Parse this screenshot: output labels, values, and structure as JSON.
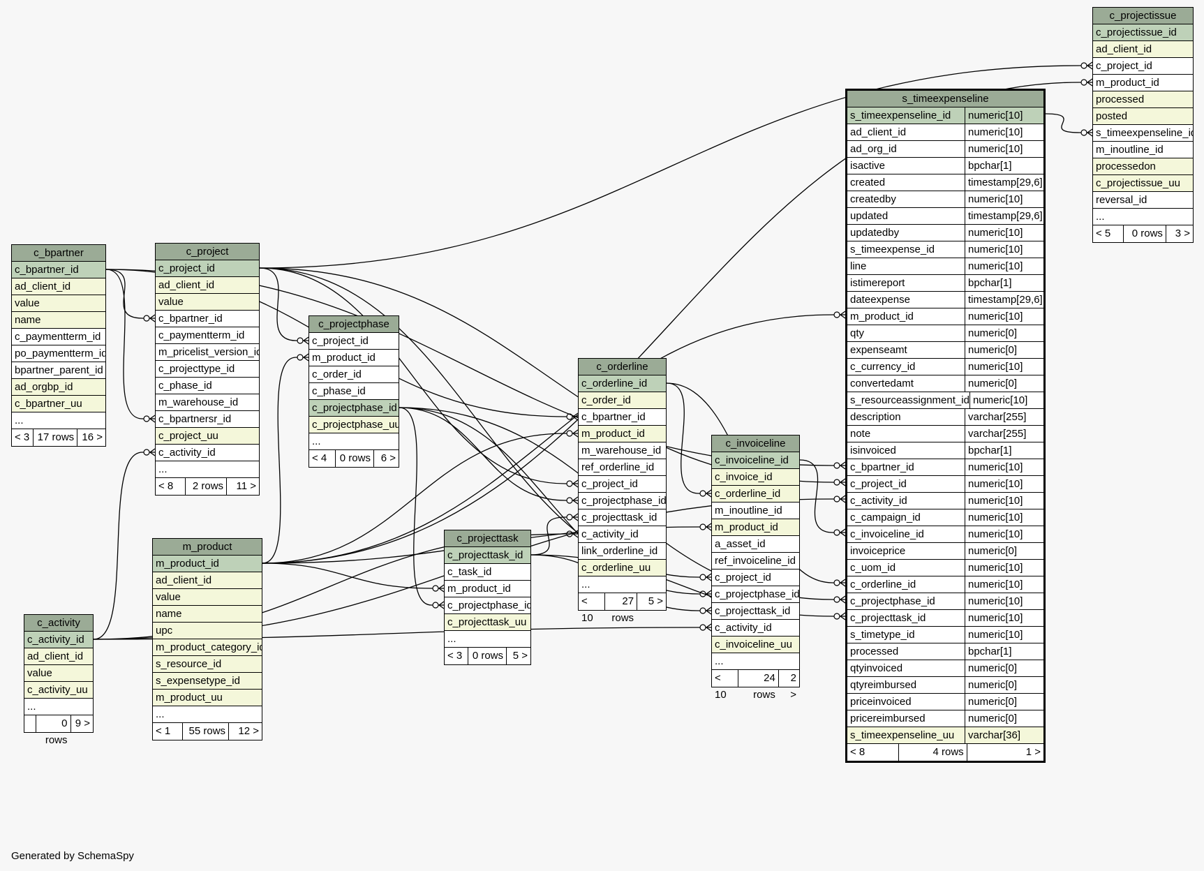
{
  "credit": "Generated by SchemaSpy",
  "tables": [
    {
      "id": "c_bpartner",
      "name": "c_bpartner",
      "columns": [
        {
          "n": "c_bpartner_id",
          "k": "pk"
        },
        {
          "n": "ad_client_id",
          "k": "idx"
        },
        {
          "n": "value",
          "k": "idx"
        },
        {
          "n": "name",
          "k": "idx"
        },
        {
          "n": "c_paymentterm_id",
          "k": "plain"
        },
        {
          "n": "po_paymentterm_id",
          "k": "plain"
        },
        {
          "n": "bpartner_parent_id",
          "k": "plain"
        },
        {
          "n": "ad_orgbp_id",
          "k": "idx"
        },
        {
          "n": "c_bpartner_uu",
          "k": "idx"
        },
        {
          "n": "...",
          "k": "plain"
        }
      ],
      "footer": [
        "< 3",
        "17 rows",
        "16 >"
      ]
    },
    {
      "id": "c_project",
      "name": "c_project",
      "columns": [
        {
          "n": "c_project_id",
          "k": "pk"
        },
        {
          "n": "ad_client_id",
          "k": "idx"
        },
        {
          "n": "value",
          "k": "idx"
        },
        {
          "n": "c_bpartner_id",
          "k": "plain"
        },
        {
          "n": "c_paymentterm_id",
          "k": "plain"
        },
        {
          "n": "m_pricelist_version_id",
          "k": "plain"
        },
        {
          "n": "c_projecttype_id",
          "k": "plain"
        },
        {
          "n": "c_phase_id",
          "k": "plain"
        },
        {
          "n": "m_warehouse_id",
          "k": "plain"
        },
        {
          "n": "c_bpartnersr_id",
          "k": "plain"
        },
        {
          "n": "c_project_uu",
          "k": "idx"
        },
        {
          "n": "c_activity_id",
          "k": "plain"
        },
        {
          "n": "...",
          "k": "plain"
        }
      ],
      "footer": [
        "< 8",
        "2 rows",
        "11 >"
      ]
    },
    {
      "id": "c_projectphase",
      "name": "c_projectphase",
      "columns": [
        {
          "n": "c_project_id",
          "k": "plain"
        },
        {
          "n": "m_product_id",
          "k": "plain"
        },
        {
          "n": "c_order_id",
          "k": "plain"
        },
        {
          "n": "c_phase_id",
          "k": "plain"
        },
        {
          "n": "c_projectphase_id",
          "k": "pk"
        },
        {
          "n": "c_projectphase_uu",
          "k": "idx"
        },
        {
          "n": "...",
          "k": "plain"
        }
      ],
      "footer": [
        "< 4",
        "0 rows",
        "6 >"
      ]
    },
    {
      "id": "c_activity",
      "name": "c_activity",
      "columns": [
        {
          "n": "c_activity_id",
          "k": "pk"
        },
        {
          "n": "ad_client_id",
          "k": "idx"
        },
        {
          "n": "value",
          "k": "idx"
        },
        {
          "n": "c_activity_uu",
          "k": "idx"
        },
        {
          "n": "...",
          "k": "plain"
        }
      ],
      "footer": [
        "",
        "0 rows",
        "9 >"
      ]
    },
    {
      "id": "m_product",
      "name": "m_product",
      "columns": [
        {
          "n": "m_product_id",
          "k": "pk"
        },
        {
          "n": "ad_client_id",
          "k": "idx"
        },
        {
          "n": "value",
          "k": "idx"
        },
        {
          "n": "name",
          "k": "idx"
        },
        {
          "n": "upc",
          "k": "idx"
        },
        {
          "n": "m_product_category_id",
          "k": "idx"
        },
        {
          "n": "s_resource_id",
          "k": "idx"
        },
        {
          "n": "s_expensetype_id",
          "k": "idx"
        },
        {
          "n": "m_product_uu",
          "k": "idx"
        },
        {
          "n": "...",
          "k": "plain"
        }
      ],
      "footer": [
        "< 1",
        "55 rows",
        "12 >"
      ]
    },
    {
      "id": "c_projecttask",
      "name": "c_projecttask",
      "columns": [
        {
          "n": "c_projecttask_id",
          "k": "pk"
        },
        {
          "n": "c_task_id",
          "k": "plain"
        },
        {
          "n": "m_product_id",
          "k": "plain"
        },
        {
          "n": "c_projectphase_id",
          "k": "plain"
        },
        {
          "n": "c_projecttask_uu",
          "k": "idx"
        },
        {
          "n": "...",
          "k": "plain"
        }
      ],
      "footer": [
        "< 3",
        "0 rows",
        "5 >"
      ]
    },
    {
      "id": "c_orderline",
      "name": "c_orderline",
      "columns": [
        {
          "n": "c_orderline_id",
          "k": "pk"
        },
        {
          "n": "c_order_id",
          "k": "idx"
        },
        {
          "n": "c_bpartner_id",
          "k": "plain"
        },
        {
          "n": "m_product_id",
          "k": "idx"
        },
        {
          "n": "m_warehouse_id",
          "k": "plain"
        },
        {
          "n": "ref_orderline_id",
          "k": "plain"
        },
        {
          "n": "c_project_id",
          "k": "plain"
        },
        {
          "n": "c_projectphase_id",
          "k": "plain"
        },
        {
          "n": "c_projecttask_id",
          "k": "plain"
        },
        {
          "n": "c_activity_id",
          "k": "plain"
        },
        {
          "n": "link_orderline_id",
          "k": "plain"
        },
        {
          "n": "c_orderline_uu",
          "k": "idx"
        },
        {
          "n": "...",
          "k": "plain"
        }
      ],
      "footer": [
        "< 10",
        "27 rows",
        "5 >"
      ]
    },
    {
      "id": "c_invoiceline",
      "name": "c_invoiceline",
      "columns": [
        {
          "n": "c_invoiceline_id",
          "k": "pk"
        },
        {
          "n": "c_invoice_id",
          "k": "idx"
        },
        {
          "n": "c_orderline_id",
          "k": "idx"
        },
        {
          "n": "m_inoutline_id",
          "k": "plain"
        },
        {
          "n": "m_product_id",
          "k": "idx"
        },
        {
          "n": "a_asset_id",
          "k": "plain"
        },
        {
          "n": "ref_invoiceline_id",
          "k": "plain"
        },
        {
          "n": "c_project_id",
          "k": "plain"
        },
        {
          "n": "c_projectphase_id",
          "k": "plain"
        },
        {
          "n": "c_projecttask_id",
          "k": "plain"
        },
        {
          "n": "c_activity_id",
          "k": "plain"
        },
        {
          "n": "c_invoiceline_uu",
          "k": "idx"
        },
        {
          "n": "...",
          "k": "plain"
        }
      ],
      "footer": [
        "< 10",
        "24 rows",
        "2 >"
      ]
    },
    {
      "id": "s_timeexpenseline",
      "name": "s_timeexpenseline",
      "focus": true,
      "columns": [
        {
          "n": "s_timeexpenseline_id",
          "t": "numeric[10]",
          "k": "pk"
        },
        {
          "n": "ad_client_id",
          "t": "numeric[10]",
          "k": "plain"
        },
        {
          "n": "ad_org_id",
          "t": "numeric[10]",
          "k": "plain"
        },
        {
          "n": "isactive",
          "t": "bpchar[1]",
          "k": "plain"
        },
        {
          "n": "created",
          "t": "timestamp[29,6]",
          "k": "plain"
        },
        {
          "n": "createdby",
          "t": "numeric[10]",
          "k": "plain"
        },
        {
          "n": "updated",
          "t": "timestamp[29,6]",
          "k": "plain"
        },
        {
          "n": "updatedby",
          "t": "numeric[10]",
          "k": "plain"
        },
        {
          "n": "s_timeexpense_id",
          "t": "numeric[10]",
          "k": "plain"
        },
        {
          "n": "line",
          "t": "numeric[10]",
          "k": "plain"
        },
        {
          "n": "istimereport",
          "t": "bpchar[1]",
          "k": "plain"
        },
        {
          "n": "dateexpense",
          "t": "timestamp[29,6]",
          "k": "plain"
        },
        {
          "n": "m_product_id",
          "t": "numeric[10]",
          "k": "plain"
        },
        {
          "n": "qty",
          "t": "numeric[0]",
          "k": "plain"
        },
        {
          "n": "expenseamt",
          "t": "numeric[0]",
          "k": "plain"
        },
        {
          "n": "c_currency_id",
          "t": "numeric[10]",
          "k": "plain"
        },
        {
          "n": "convertedamt",
          "t": "numeric[0]",
          "k": "plain"
        },
        {
          "n": "s_resourceassignment_id",
          "t": "numeric[10]",
          "k": "plain"
        },
        {
          "n": "description",
          "t": "varchar[255]",
          "k": "plain"
        },
        {
          "n": "note",
          "t": "varchar[255]",
          "k": "plain"
        },
        {
          "n": "isinvoiced",
          "t": "bpchar[1]",
          "k": "plain"
        },
        {
          "n": "c_bpartner_id",
          "t": "numeric[10]",
          "k": "plain"
        },
        {
          "n": "c_project_id",
          "t": "numeric[10]",
          "k": "plain"
        },
        {
          "n": "c_activity_id",
          "t": "numeric[10]",
          "k": "plain"
        },
        {
          "n": "c_campaign_id",
          "t": "numeric[10]",
          "k": "plain"
        },
        {
          "n": "c_invoiceline_id",
          "t": "numeric[10]",
          "k": "plain"
        },
        {
          "n": "invoiceprice",
          "t": "numeric[0]",
          "k": "plain"
        },
        {
          "n": "c_uom_id",
          "t": "numeric[10]",
          "k": "plain"
        },
        {
          "n": "c_orderline_id",
          "t": "numeric[10]",
          "k": "plain"
        },
        {
          "n": "c_projectphase_id",
          "t": "numeric[10]",
          "k": "plain"
        },
        {
          "n": "c_projecttask_id",
          "t": "numeric[10]",
          "k": "plain"
        },
        {
          "n": "s_timetype_id",
          "t": "numeric[10]",
          "k": "plain"
        },
        {
          "n": "processed",
          "t": "bpchar[1]",
          "k": "plain"
        },
        {
          "n": "qtyinvoiced",
          "t": "numeric[0]",
          "k": "plain"
        },
        {
          "n": "qtyreimbursed",
          "t": "numeric[0]",
          "k": "plain"
        },
        {
          "n": "priceinvoiced",
          "t": "numeric[0]",
          "k": "plain"
        },
        {
          "n": "pricereimbursed",
          "t": "numeric[0]",
          "k": "plain"
        },
        {
          "n": "s_timeexpenseline_uu",
          "t": "varchar[36]",
          "k": "idx"
        }
      ],
      "footer": [
        "< 8",
        "4 rows",
        "1 >"
      ]
    },
    {
      "id": "c_projectissue",
      "name": "c_projectissue",
      "columns": [
        {
          "n": "c_projectissue_id",
          "k": "pk"
        },
        {
          "n": "ad_client_id",
          "k": "idx"
        },
        {
          "n": "c_project_id",
          "k": "plain"
        },
        {
          "n": "m_product_id",
          "k": "plain"
        },
        {
          "n": "processed",
          "k": "idx"
        },
        {
          "n": "posted",
          "k": "idx"
        },
        {
          "n": "s_timeexpenseline_id",
          "k": "plain"
        },
        {
          "n": "m_inoutline_id",
          "k": "plain"
        },
        {
          "n": "processedon",
          "k": "idx"
        },
        {
          "n": "c_projectissue_uu",
          "k": "idx"
        },
        {
          "n": "reversal_id",
          "k": "plain"
        },
        {
          "n": "...",
          "k": "plain"
        }
      ],
      "footer": [
        "< 5",
        "0 rows",
        "3 >"
      ]
    }
  ],
  "relationships": [
    {
      "from": "c_project",
      "fromCol": "c_bpartner_id",
      "to": "c_bpartner",
      "toCol": "c_bpartner_id"
    },
    {
      "from": "c_project",
      "fromCol": "c_bpartnersr_id",
      "to": "c_bpartner",
      "toCol": "c_bpartner_id"
    },
    {
      "from": "c_project",
      "fromCol": "c_activity_id",
      "to": "c_activity",
      "toCol": "c_activity_id"
    },
    {
      "from": "c_projectphase",
      "fromCol": "c_project_id",
      "to": "c_project",
      "toCol": "c_project_id"
    },
    {
      "from": "c_projectphase",
      "fromCol": "m_product_id",
      "to": "m_product",
      "toCol": "m_product_id"
    },
    {
      "from": "c_projecttask",
      "fromCol": "m_product_id",
      "to": "m_product",
      "toCol": "m_product_id"
    },
    {
      "from": "c_projecttask",
      "fromCol": "c_projectphase_id",
      "to": "c_projectphase",
      "toCol": "c_projectphase_id"
    },
    {
      "from": "c_orderline",
      "fromCol": "c_bpartner_id",
      "to": "c_bpartner",
      "toCol": "c_bpartner_id"
    },
    {
      "from": "c_orderline",
      "fromCol": "m_product_id",
      "to": "m_product",
      "toCol": "m_product_id"
    },
    {
      "from": "c_orderline",
      "fromCol": "c_project_id",
      "to": "c_project",
      "toCol": "c_project_id"
    },
    {
      "from": "c_orderline",
      "fromCol": "c_projectphase_id",
      "to": "c_projectphase",
      "toCol": "c_projectphase_id"
    },
    {
      "from": "c_orderline",
      "fromCol": "c_projecttask_id",
      "to": "c_projecttask",
      "toCol": "c_projecttask_id"
    },
    {
      "from": "c_orderline",
      "fromCol": "c_activity_id",
      "to": "c_activity",
      "toCol": "c_activity_id"
    },
    {
      "from": "c_invoiceline",
      "fromCol": "c_orderline_id",
      "to": "c_orderline",
      "toCol": "c_orderline_id"
    },
    {
      "from": "c_invoiceline",
      "fromCol": "m_product_id",
      "to": "m_product",
      "toCol": "m_product_id"
    },
    {
      "from": "c_invoiceline",
      "fromCol": "c_project_id",
      "to": "c_project",
      "toCol": "c_project_id"
    },
    {
      "from": "c_invoiceline",
      "fromCol": "c_projectphase_id",
      "to": "c_projectphase",
      "toCol": "c_projectphase_id"
    },
    {
      "from": "c_invoiceline",
      "fromCol": "c_projecttask_id",
      "to": "c_projecttask",
      "toCol": "c_projecttask_id"
    },
    {
      "from": "c_invoiceline",
      "fromCol": "c_activity_id",
      "to": "c_activity",
      "toCol": "c_activity_id"
    },
    {
      "from": "s_timeexpenseline",
      "fromCol": "m_product_id",
      "to": "m_product",
      "toCol": "m_product_id"
    },
    {
      "from": "s_timeexpenseline",
      "fromCol": "c_bpartner_id",
      "to": "c_bpartner",
      "toCol": "c_bpartner_id"
    },
    {
      "from": "s_timeexpenseline",
      "fromCol": "c_project_id",
      "to": "c_project",
      "toCol": "c_project_id"
    },
    {
      "from": "s_timeexpenseline",
      "fromCol": "c_activity_id",
      "to": "c_activity",
      "toCol": "c_activity_id"
    },
    {
      "from": "s_timeexpenseline",
      "fromCol": "c_invoiceline_id",
      "to": "c_invoiceline",
      "toCol": "c_invoiceline_id"
    },
    {
      "from": "s_timeexpenseline",
      "fromCol": "c_orderline_id",
      "to": "c_orderline",
      "toCol": "c_orderline_id"
    },
    {
      "from": "s_timeexpenseline",
      "fromCol": "c_projectphase_id",
      "to": "c_projectphase",
      "toCol": "c_projectphase_id"
    },
    {
      "from": "s_timeexpenseline",
      "fromCol": "c_projecttask_id",
      "to": "c_projecttask",
      "toCol": "c_projecttask_id"
    },
    {
      "from": "c_projectissue",
      "fromCol": "c_project_id",
      "to": "c_project",
      "toCol": "c_project_id"
    },
    {
      "from": "c_projectissue",
      "fromCol": "m_product_id",
      "to": "m_product",
      "toCol": "m_product_id"
    },
    {
      "from": "c_projectissue",
      "fromCol": "s_timeexpenseline_id",
      "to": "s_timeexpenseline",
      "toCol": "s_timeexpenseline_id"
    }
  ]
}
